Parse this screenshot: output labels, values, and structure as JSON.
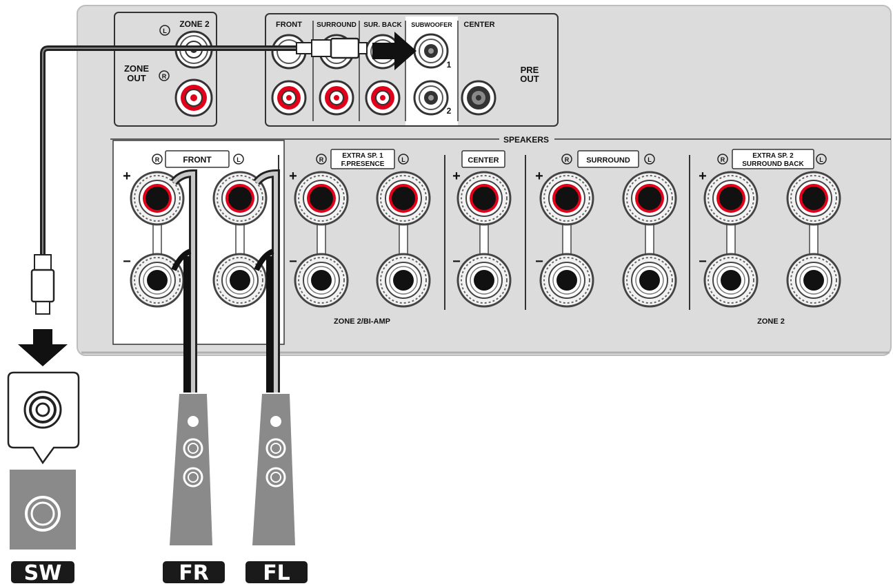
{
  "zone_out": {
    "title": "ZONE 2",
    "side_label_line1": "ZONE",
    "side_label_line2": "OUT",
    "l_mark": "L",
    "r_mark": "R"
  },
  "pre_out": {
    "front": "FRONT",
    "surround": "SURROUND",
    "sur_back": "SUR. BACK",
    "subwoofer": "SUBWOOFER",
    "center": "CENTER",
    "side_label_line1": "PRE",
    "side_label_line2": "OUT",
    "sub_num_1": "1",
    "sub_num_2": "2"
  },
  "speakers": {
    "title": "SPEAKERS",
    "front": "FRONT",
    "extra1_line1": "EXTRA SP. 1",
    "extra1_line2": "F.PRESENCE",
    "center": "CENTER",
    "surround": "SURROUND",
    "extra2_line1": "EXTRA SP. 2",
    "extra2_line2": "SURROUND BACK",
    "r_mark": "R",
    "l_mark": "L",
    "plus": "+",
    "minus": "−",
    "zone2_biamp": "ZONE 2/BI-AMP",
    "zone2": "ZONE 2"
  },
  "devices": {
    "sw": "SW",
    "fr": "FR",
    "fl": "FL"
  },
  "colors": {
    "panel": "#dcdcdc",
    "panel_edge": "#9a9a9a",
    "highlight": "#ffffff",
    "terminal_red": "#e0001a",
    "terminal_dark": "#111111",
    "speaker_body": "#8a8a8a",
    "cable": "#222222",
    "tag_bg": "#1a1a1a"
  }
}
